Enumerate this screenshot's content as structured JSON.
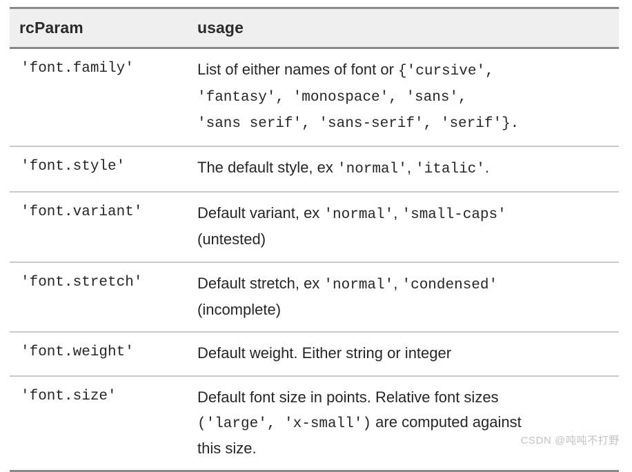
{
  "table": {
    "columns": [
      {
        "key": "rcparam",
        "label": "rcParam"
      },
      {
        "key": "usage",
        "label": "usage"
      }
    ],
    "rows": [
      {
        "param": "'font.family'",
        "lines": [
          [
            {
              "t": "List of either names of font or ",
              "m": false
            },
            {
              "t": "{'cursive',",
              "m": true
            }
          ],
          [
            {
              "t": "'fantasy', 'monospace', 'sans',",
              "m": true
            }
          ],
          [
            {
              "t": "'sans serif', 'sans-serif', 'serif'}.",
              "m": true
            }
          ]
        ]
      },
      {
        "param": "'font.style'",
        "lines": [
          [
            {
              "t": "The default style, ex ",
              "m": false
            },
            {
              "t": "'normal'",
              "m": true
            },
            {
              "t": ", ",
              "m": false
            },
            {
              "t": "'italic'",
              "m": true
            },
            {
              "t": ".",
              "m": false
            }
          ]
        ]
      },
      {
        "param": "'font.variant'",
        "lines": [
          [
            {
              "t": "Default variant, ex ",
              "m": false
            },
            {
              "t": "'normal'",
              "m": true
            },
            {
              "t": ", ",
              "m": false
            },
            {
              "t": "'small-caps'",
              "m": true
            }
          ],
          [
            {
              "t": "(untested)",
              "m": false
            }
          ]
        ]
      },
      {
        "param": "'font.stretch'",
        "lines": [
          [
            {
              "t": "Default stretch, ex ",
              "m": false
            },
            {
              "t": "'normal'",
              "m": true
            },
            {
              "t": ", ",
              "m": false
            },
            {
              "t": "'condensed'",
              "m": true
            }
          ],
          [
            {
              "t": "(incomplete)",
              "m": false
            }
          ]
        ]
      },
      {
        "param": "'font.weight'",
        "lines": [
          [
            {
              "t": "Default weight. Either string or integer",
              "m": false
            }
          ]
        ]
      },
      {
        "param": "'font.size'",
        "lines": [
          [
            {
              "t": "Default font size in points. Relative font sizes",
              "m": false
            }
          ],
          [
            {
              "t": "('large', 'x-small')",
              "m": true
            },
            {
              "t": " are computed against",
              "m": false
            }
          ],
          [
            {
              "t": "this size.",
              "m": false
            }
          ]
        ]
      }
    ]
  },
  "watermark": {
    "text": "CSDN @吨吨不打野"
  },
  "colors": {
    "header_bg": "#efefef",
    "strong_rule": "#8a8a8a",
    "row_rule": "#c9c9c9",
    "text": "#262626",
    "watermark": "#c2c2c2"
  }
}
